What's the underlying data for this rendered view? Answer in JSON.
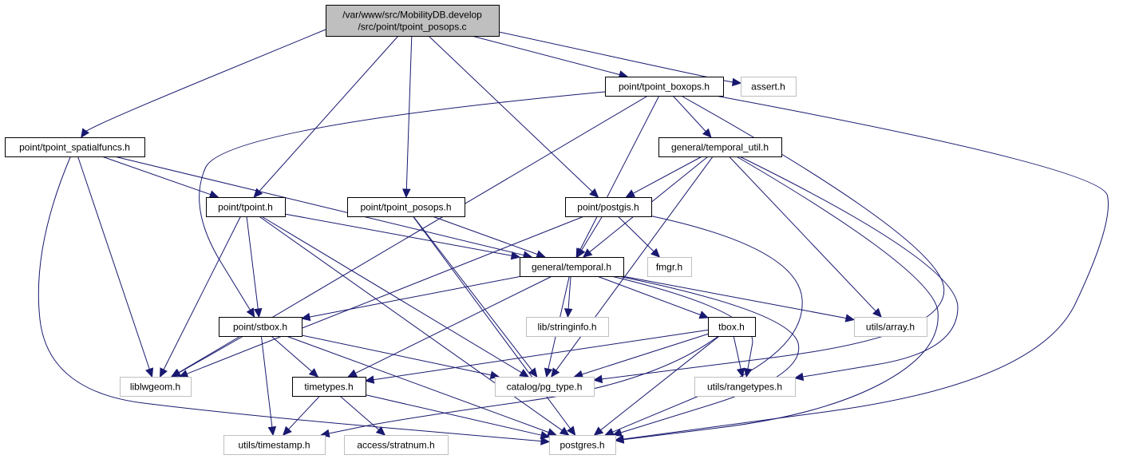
{
  "diagram": {
    "nodes": [
      {
        "id": "root",
        "lines": [
          "/var/www/src/MobilityDB.develop",
          "/src/point/tpoint_posops.c"
        ],
        "kind": "root"
      },
      {
        "id": "boxops",
        "lines": [
          "point/tpoint_boxops.h"
        ],
        "kind": "doc"
      },
      {
        "id": "assert",
        "lines": [
          "assert.h"
        ],
        "kind": "ext"
      },
      {
        "id": "spatialfuncs",
        "lines": [
          "point/tpoint_spatialfuncs.h"
        ],
        "kind": "doc"
      },
      {
        "id": "temporal_util",
        "lines": [
          "general/temporal_util.h"
        ],
        "kind": "doc"
      },
      {
        "id": "tpoint",
        "lines": [
          "point/tpoint.h"
        ],
        "kind": "doc"
      },
      {
        "id": "posops_h",
        "lines": [
          "point/tpoint_posops.h"
        ],
        "kind": "doc"
      },
      {
        "id": "postgis",
        "lines": [
          "point/postgis.h"
        ],
        "kind": "doc"
      },
      {
        "id": "temporal",
        "lines": [
          "general/temporal.h"
        ],
        "kind": "doc"
      },
      {
        "id": "fmgr",
        "lines": [
          "fmgr.h"
        ],
        "kind": "ext"
      },
      {
        "id": "stbox",
        "lines": [
          "point/stbox.h"
        ],
        "kind": "doc"
      },
      {
        "id": "stringinfo",
        "lines": [
          "lib/stringinfo.h"
        ],
        "kind": "ext"
      },
      {
        "id": "tbox",
        "lines": [
          "tbox.h"
        ],
        "kind": "doc"
      },
      {
        "id": "array",
        "lines": [
          "utils/array.h"
        ],
        "kind": "ext"
      },
      {
        "id": "liblwgeom",
        "lines": [
          "liblwgeom.h"
        ],
        "kind": "ext"
      },
      {
        "id": "timetypes",
        "lines": [
          "timetypes.h"
        ],
        "kind": "doc"
      },
      {
        "id": "pg_type",
        "lines": [
          "catalog/pg_type.h"
        ],
        "kind": "ext"
      },
      {
        "id": "rangetypes",
        "lines": [
          "utils/rangetypes.h"
        ],
        "kind": "ext"
      },
      {
        "id": "timestamp",
        "lines": [
          "utils/timestamp.h"
        ],
        "kind": "ext"
      },
      {
        "id": "stratnum",
        "lines": [
          "access/stratnum.h"
        ],
        "kind": "ext"
      },
      {
        "id": "postgres",
        "lines": [
          "postgres.h"
        ],
        "kind": "ext"
      }
    ],
    "edges": [
      {
        "from": "root",
        "to": "spatialfuncs"
      },
      {
        "from": "root",
        "to": "tpoint"
      },
      {
        "from": "root",
        "to": "posops_h"
      },
      {
        "from": "root",
        "to": "postgis"
      },
      {
        "from": "root",
        "to": "boxops"
      },
      {
        "from": "root",
        "to": "assert"
      },
      {
        "from": "boxops",
        "to": "liblwgeom"
      },
      {
        "from": "boxops",
        "to": "stbox"
      },
      {
        "from": "boxops",
        "to": "temporal"
      },
      {
        "from": "boxops",
        "to": "temporal_util"
      },
      {
        "from": "boxops",
        "to": "pg_type"
      },
      {
        "from": "boxops",
        "to": "postgres"
      },
      {
        "from": "spatialfuncs",
        "to": "tpoint"
      },
      {
        "from": "spatialfuncs",
        "to": "liblwgeom"
      },
      {
        "from": "spatialfuncs",
        "to": "postgres"
      },
      {
        "from": "spatialfuncs",
        "to": "temporal"
      },
      {
        "from": "temporal_util",
        "to": "postgis"
      },
      {
        "from": "temporal_util",
        "to": "temporal"
      },
      {
        "from": "temporal_util",
        "to": "pg_type"
      },
      {
        "from": "temporal_util",
        "to": "array"
      },
      {
        "from": "temporal_util",
        "to": "rangetypes"
      },
      {
        "from": "temporal_util",
        "to": "postgres"
      },
      {
        "from": "tpoint",
        "to": "stbox"
      },
      {
        "from": "tpoint",
        "to": "liblwgeom"
      },
      {
        "from": "tpoint",
        "to": "temporal"
      },
      {
        "from": "tpoint",
        "to": "pg_type"
      },
      {
        "from": "tpoint",
        "to": "postgres"
      },
      {
        "from": "posops_h",
        "to": "temporal"
      },
      {
        "from": "posops_h",
        "to": "pg_type"
      },
      {
        "from": "posops_h",
        "to": "postgres"
      },
      {
        "from": "postgis",
        "to": "temporal"
      },
      {
        "from": "postgis",
        "to": "fmgr"
      },
      {
        "from": "postgis",
        "to": "liblwgeom"
      },
      {
        "from": "postgis",
        "to": "postgres"
      },
      {
        "from": "temporal",
        "to": "stbox"
      },
      {
        "from": "temporal",
        "to": "timetypes"
      },
      {
        "from": "temporal",
        "to": "stringinfo"
      },
      {
        "from": "temporal",
        "to": "pg_type"
      },
      {
        "from": "temporal",
        "to": "tbox"
      },
      {
        "from": "temporal",
        "to": "array"
      },
      {
        "from": "temporal",
        "to": "rangetypes"
      },
      {
        "from": "temporal",
        "to": "postgres"
      },
      {
        "from": "stbox",
        "to": "liblwgeom"
      },
      {
        "from": "stbox",
        "to": "timetypes"
      },
      {
        "from": "stbox",
        "to": "pg_type"
      },
      {
        "from": "stbox",
        "to": "timestamp"
      },
      {
        "from": "stbox",
        "to": "postgres"
      },
      {
        "from": "tbox",
        "to": "timetypes"
      },
      {
        "from": "tbox",
        "to": "pg_type"
      },
      {
        "from": "tbox",
        "to": "rangetypes"
      },
      {
        "from": "tbox",
        "to": "timestamp"
      },
      {
        "from": "tbox",
        "to": "postgres"
      },
      {
        "from": "timetypes",
        "to": "timestamp"
      },
      {
        "from": "timetypes",
        "to": "stratnum"
      },
      {
        "from": "timetypes",
        "to": "postgres"
      }
    ],
    "colors": {
      "edge": "#191970",
      "root_fill": "#bfbfbf",
      "documented_border": "#000000",
      "external_border": "#bfbfbf"
    }
  }
}
